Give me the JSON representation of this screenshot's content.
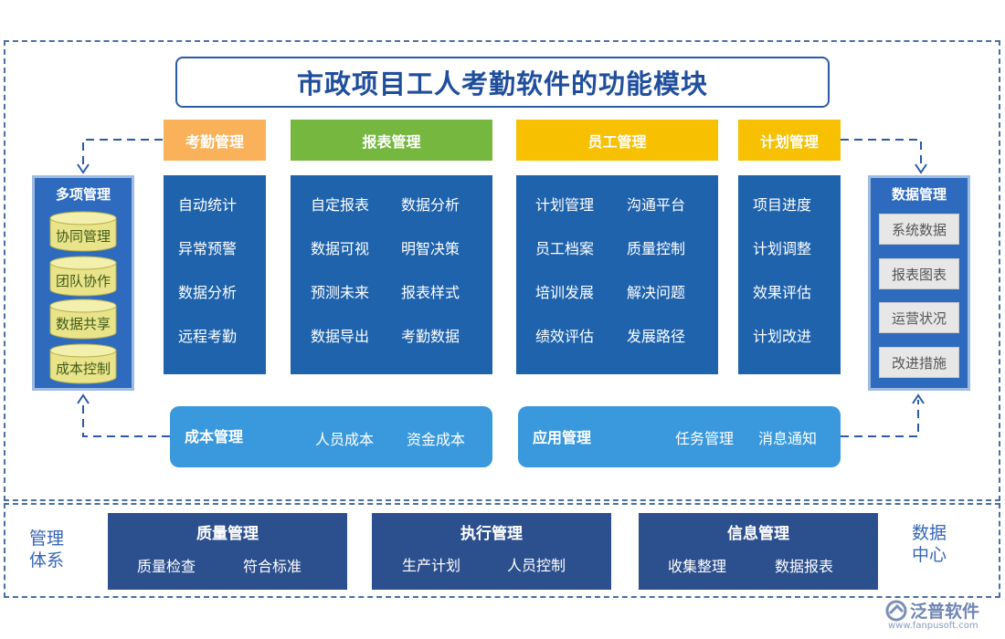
{
  "title": "市政项目工人考勤软件的功能模块",
  "modules": [
    {
      "header": "考勤管理",
      "header_color": "#f9b25a",
      "items": [
        "自动统计",
        "异常预警",
        "数据分析",
        "远程考勤"
      ]
    },
    {
      "header": "报表管理",
      "header_color": "#76b83f",
      "items": [
        "自定报表",
        "数据分析",
        "数据可视",
        "明智决策",
        "预测未来",
        "报表样式",
        "数据导出",
        "考勤数据"
      ]
    },
    {
      "header": "员工管理",
      "header_color": "#f7c000",
      "items": [
        "计划管理",
        "沟通平台",
        "员工档案",
        "质量控制",
        "培训发展",
        "解决问题",
        "绩效评估",
        "发展路径"
      ]
    },
    {
      "header": "计划管理",
      "header_color": "#f7c000",
      "items": [
        "项目进度",
        "计划调整",
        "效果评估",
        "计划改进"
      ]
    }
  ],
  "multi": {
    "title": "多项管理",
    "items": [
      "协同管理",
      "团队协作",
      "数据共享",
      "成本控制"
    ]
  },
  "datamgmt": {
    "title": "数据管理",
    "items": [
      "系统数据",
      "报表图表",
      "运营状况",
      "改进措施"
    ]
  },
  "cost": {
    "title": "成本管理",
    "items": [
      "人员成本",
      "资金成本"
    ]
  },
  "app": {
    "title": "应用管理",
    "items": [
      "任务管理",
      "消息通知"
    ]
  },
  "bottom": {
    "left_label": [
      "管理",
      "体系"
    ],
    "right_label": [
      "数据",
      "中心"
    ],
    "boxes": [
      {
        "title": "质量管理",
        "items": [
          "质量检查",
          "符合标准"
        ]
      },
      {
        "title": "执行管理",
        "items": [
          "生产计划",
          "人员控制"
        ]
      },
      {
        "title": "信息管理",
        "items": [
          "收集整理",
          "数据报表"
        ]
      }
    ]
  },
  "watermark": {
    "brand": "泛普软件",
    "url": "www.fanpusoft.com"
  },
  "colors": {
    "panel": "#1f63ad",
    "side": "#2e6bbf",
    "pill": "#3a99dc",
    "navy": "#2c4f8e",
    "cylinder": "#e9e48a",
    "title": "#1f4e9c"
  }
}
